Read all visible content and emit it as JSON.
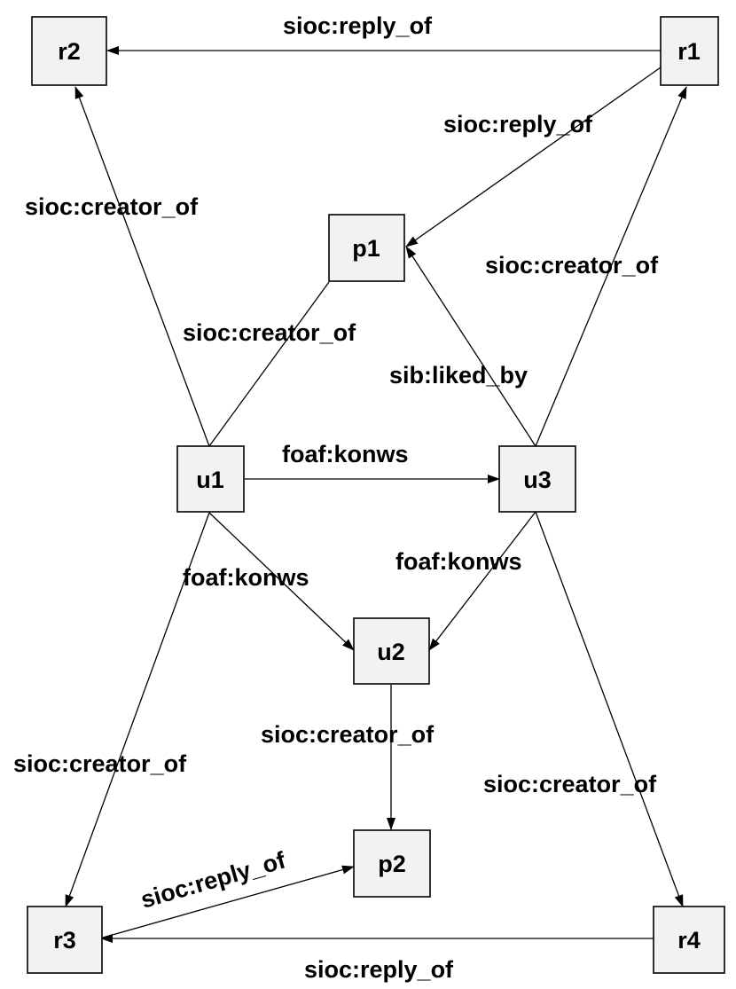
{
  "nodes": {
    "r1": "r1",
    "r2": "r2",
    "r3": "r3",
    "r4": "r4",
    "p1": "p1",
    "p2": "p2",
    "u1": "u1",
    "u2": "u2",
    "u3": "u3"
  },
  "edges": [
    {
      "from": "r1",
      "to": "r2",
      "label": "sioc:reply_of"
    },
    {
      "from": "r1",
      "to": "p1",
      "label": "sioc:reply_of"
    },
    {
      "from": "u1",
      "to": "r2",
      "label": "sioc:creator_of"
    },
    {
      "from": "u1",
      "to": "p1",
      "label": "sioc:creator_of"
    },
    {
      "from": "u3",
      "to": "r1",
      "label": "sioc:creator_of"
    },
    {
      "from": "u3",
      "to": "p1",
      "label": "sib:liked_by"
    },
    {
      "from": "u1",
      "to": "u3",
      "label": "foaf:konws"
    },
    {
      "from": "u1",
      "to": "u2",
      "label": "foaf:konws"
    },
    {
      "from": "u3",
      "to": "u2",
      "label": "foaf:konws"
    },
    {
      "from": "u2",
      "to": "p2",
      "label": "sioc:creator_of"
    },
    {
      "from": "u1",
      "to": "r3",
      "label": "sioc:creator_of"
    },
    {
      "from": "u3",
      "to": "r4",
      "label": "sioc:creator_of"
    },
    {
      "from": "r3",
      "to": "p2",
      "label": "sioc:reply_of"
    },
    {
      "from": "r4",
      "to": "r3",
      "label": "sioc:reply_of"
    }
  ],
  "colors": {
    "node_fill": "#f2f2f2",
    "stroke": "#000000",
    "background": "#ffffff"
  }
}
